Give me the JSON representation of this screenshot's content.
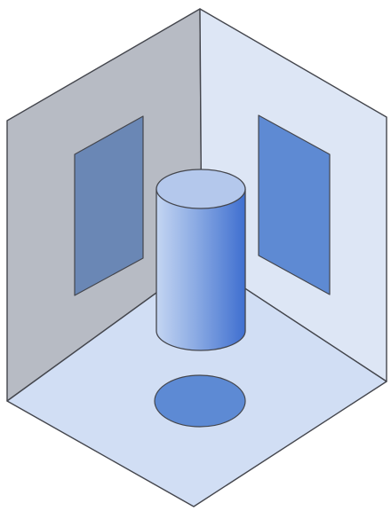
{
  "diagram": {
    "kind": "isometric-orthographic-projection",
    "planes": [
      "left-wall",
      "right-wall",
      "floor"
    ],
    "solid": "cylinder",
    "projections": [
      "rectangle-on-left-wall",
      "rectangle-on-right-wall",
      "circle-on-floor"
    ]
  },
  "colors": {
    "left_wall": "#b7bbc4",
    "right_wall": "#dde6f5",
    "floor": "#d1def4",
    "outline": "#44464d",
    "left_projection": "#6a87b5",
    "right_projection": "#5e8ad3",
    "floor_projection": "#5d8ad4",
    "cylinder_top": "#b4c8ec",
    "cylinder_light": "#c4d5f2",
    "cylinder_mid": "#8aaae3",
    "cylinder_dark": "#3f6fd0"
  }
}
